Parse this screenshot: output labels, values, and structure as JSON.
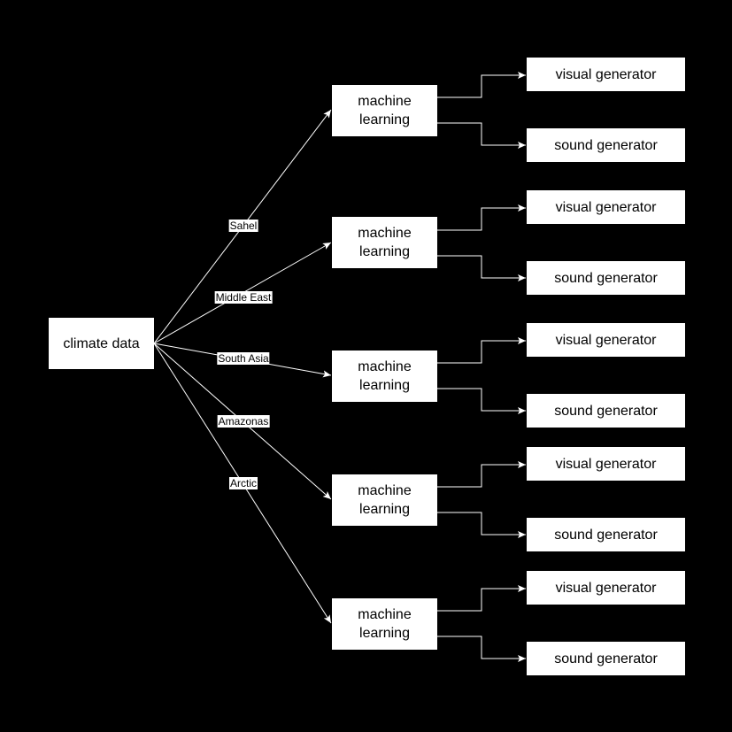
{
  "source": {
    "label": "climate data"
  },
  "regions": [
    {
      "label": "Sahel",
      "ml_label": "machine learning",
      "visual_label": "visual generator",
      "sound_label": "sound generator"
    },
    {
      "label": "Middle East",
      "ml_label": "machine learning",
      "visual_label": "visual generator",
      "sound_label": "sound generator"
    },
    {
      "label": "South Asia",
      "ml_label": "machine learning",
      "visual_label": "visual generator",
      "sound_label": "sound generator"
    },
    {
      "label": "Amazonas",
      "ml_label": "machine learning",
      "visual_label": "visual generator",
      "sound_label": "sound generator"
    },
    {
      "label": "Arctic",
      "ml_label": "machine learning",
      "visual_label": "visual generator",
      "sound_label": "sound generator"
    }
  ],
  "colors": {
    "background": "#000000",
    "node_fill": "#ffffff",
    "edge": "#ffffff",
    "text": "#000000"
  }
}
